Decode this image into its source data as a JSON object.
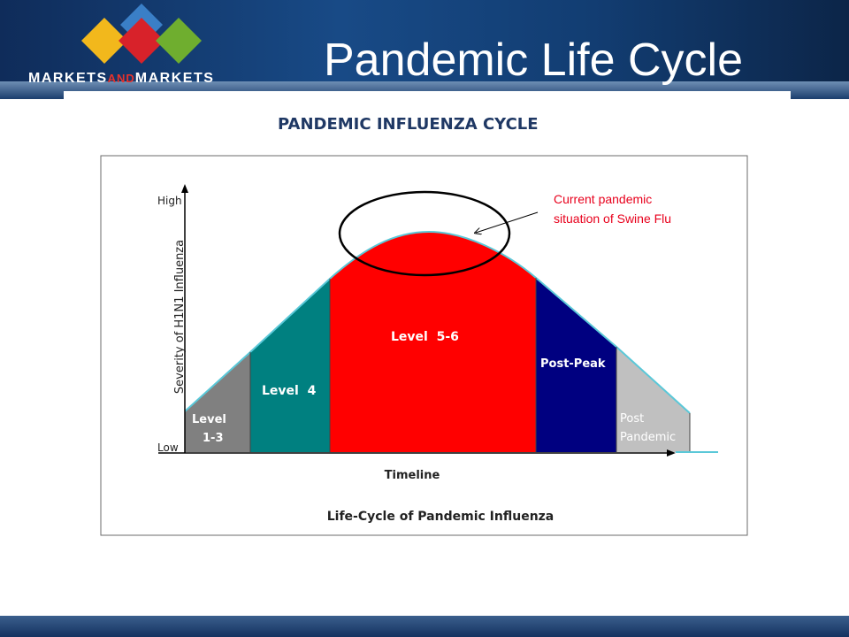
{
  "slide": {
    "title": "Pandemic Life Cycle",
    "brand_pre": "MARKETS",
    "brand_and": "AND",
    "brand_post": "MARKETS"
  },
  "figure": {
    "heading": "PANDEMIC INFLUENZA CYCLE",
    "caption": "Life-Cycle of Pandemic Influenza",
    "y_axis_label": "Severity of H1N1 Influenza",
    "y_high": "High",
    "y_low": "Low",
    "x_axis_label": "Timeline",
    "phases": [
      {
        "label_lines": [
          "Level",
          "1-3"
        ],
        "color": "#808080"
      },
      {
        "label_lines": [
          "Level  4"
        ],
        "color": "#008080"
      },
      {
        "label_lines": [
          "Level  5-6"
        ],
        "color": "#ff0000"
      },
      {
        "label_lines": [
          "Post-Peak"
        ],
        "color": "#000080"
      },
      {
        "label_lines": [
          "Post",
          "Pandemic"
        ],
        "color": "#c0c0c0"
      }
    ],
    "annotation_lines": [
      "Current pandemic",
      "situation of Swine Flu"
    ],
    "annotation_color": "#e8001c"
  },
  "colors": {
    "header_dark": "#0f2c5a",
    "curve_outline": "#5ac8d8",
    "logo_diamonds": [
      "#3a7fc7",
      "#f2b81c",
      "#d8222a",
      "#6fae2f"
    ]
  }
}
